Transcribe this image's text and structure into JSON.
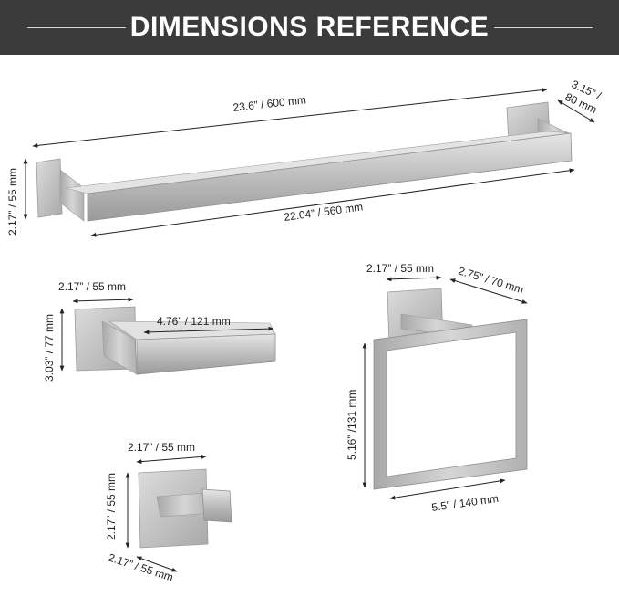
{
  "title": "DIMENSIONS REFERENCE",
  "colors": {
    "banner": "#3b3b3b",
    "metal": "#c4c4c4",
    "text": "#222222"
  },
  "towel_bar": {
    "overall_length": "23.6” / 600 mm",
    "bar_length": "22.04” / 560 mm",
    "base_height": "2.17” / 55 mm",
    "projection_line1": "3.15” /",
    "projection_line2": "80 mm"
  },
  "paper_holder": {
    "base_width": "2.17” / 55 mm",
    "arm_length": "4.76” / 121 mm",
    "height": "3.03” / 77 mm"
  },
  "towel_ring": {
    "base_width": "2.17” / 55 mm",
    "projection": "2.75” / 70 mm",
    "height": "5.16” /131 mm",
    "width": "5.5” / 140 mm"
  },
  "robe_hook": {
    "base_width": "2.17” / 55 mm",
    "height": "2.17” / 55 mm",
    "depth": "2.17” / 55 mm"
  }
}
